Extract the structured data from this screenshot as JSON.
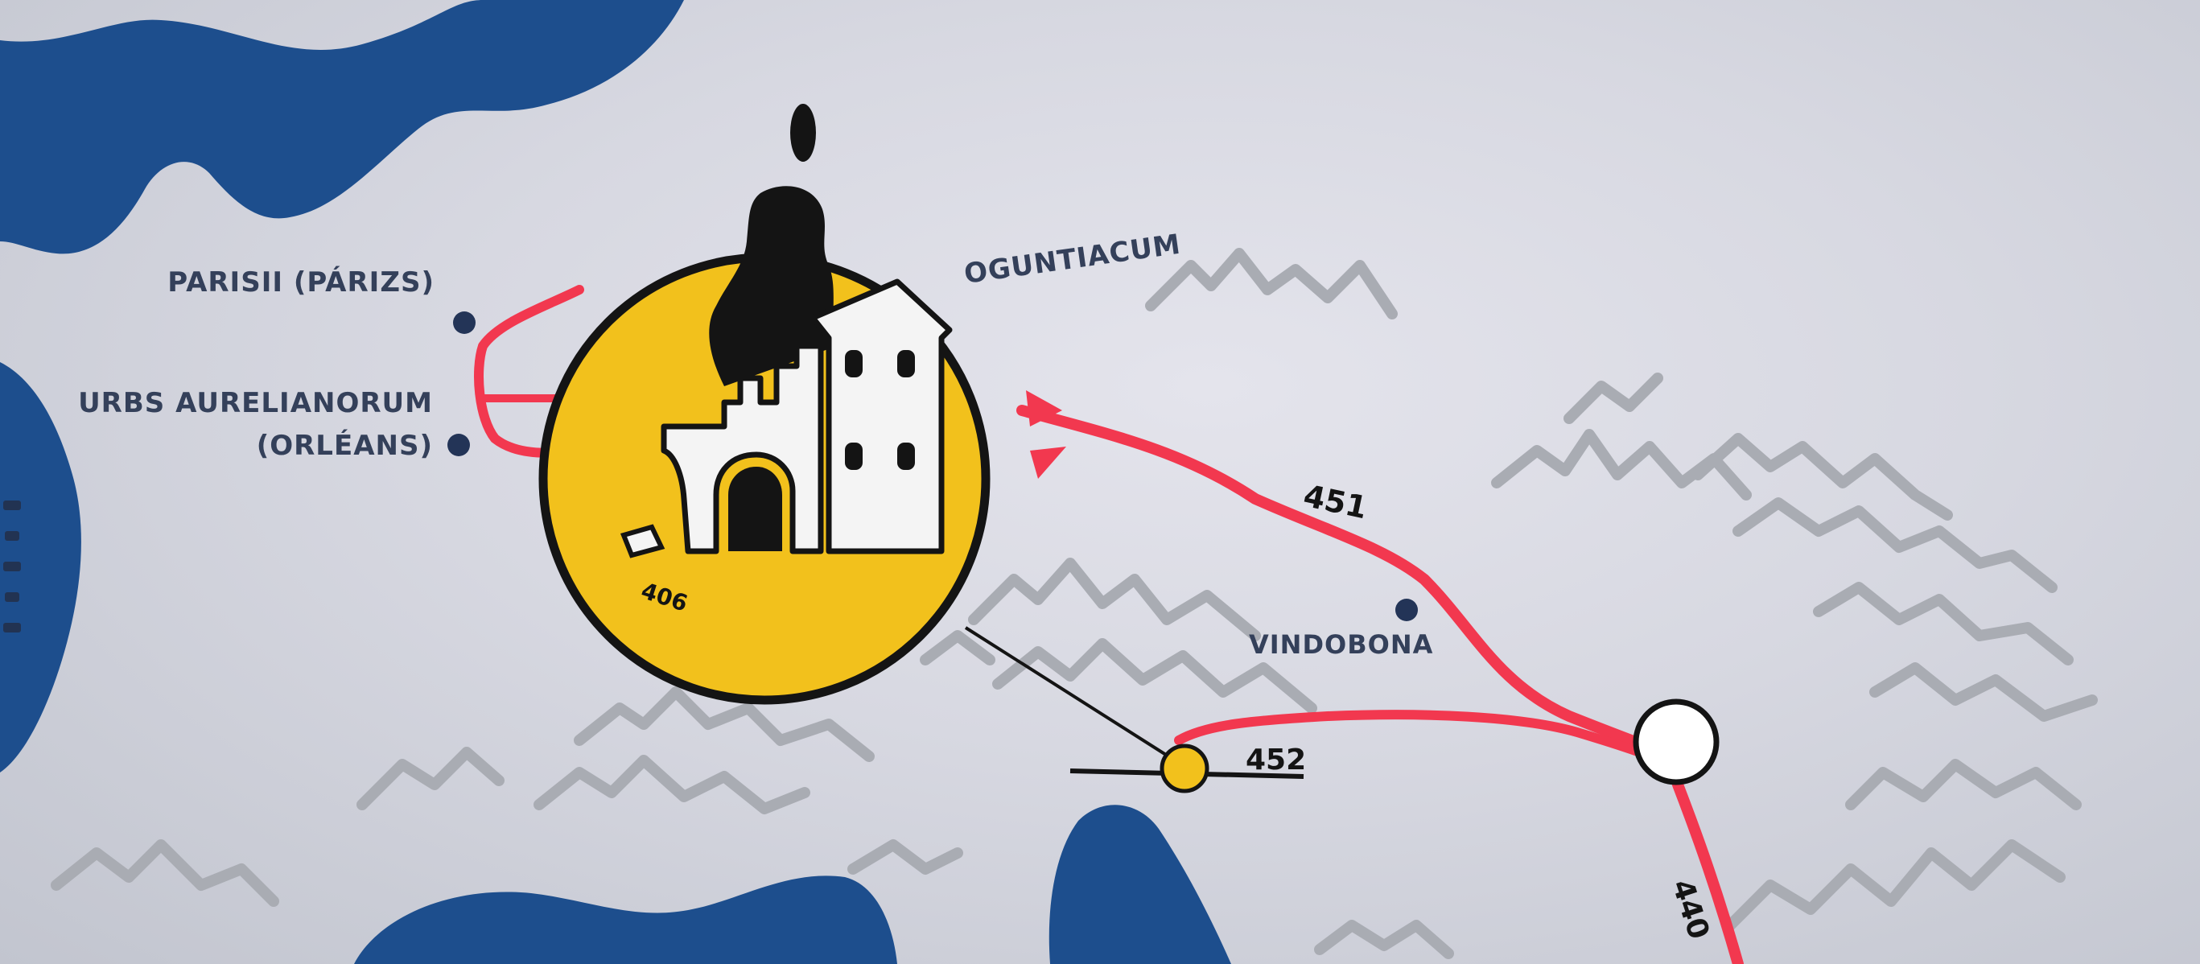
{
  "map": {
    "colors": {
      "background": "#dadbe3",
      "water": "#1d4e8d",
      "route": "#f2384f",
      "mountains": "#a9acb3",
      "marker_yellow": "#f2c11c",
      "city_dot": "#233457",
      "label_text": "#34405a",
      "outline": "#141414"
    },
    "places": [
      {
        "id": "parisii",
        "label": "PARISII (PÁRIZS)"
      },
      {
        "id": "aurelianorum",
        "label": "URBS AURELIANORUM",
        "label_line2": "(ORLÉANS)"
      },
      {
        "id": "moguntiacum",
        "label": "OGUNTIACUM"
      },
      {
        "id": "vindobona",
        "label": "VINDOBONA"
      }
    ],
    "routes": [
      {
        "id": "route-451",
        "number": "451"
      },
      {
        "id": "route-452",
        "number": "452"
      },
      {
        "id": "route-440",
        "number": "440"
      }
    ],
    "medallion": {
      "icon": "ruined-castle-icon",
      "year_fragment": "406"
    }
  }
}
